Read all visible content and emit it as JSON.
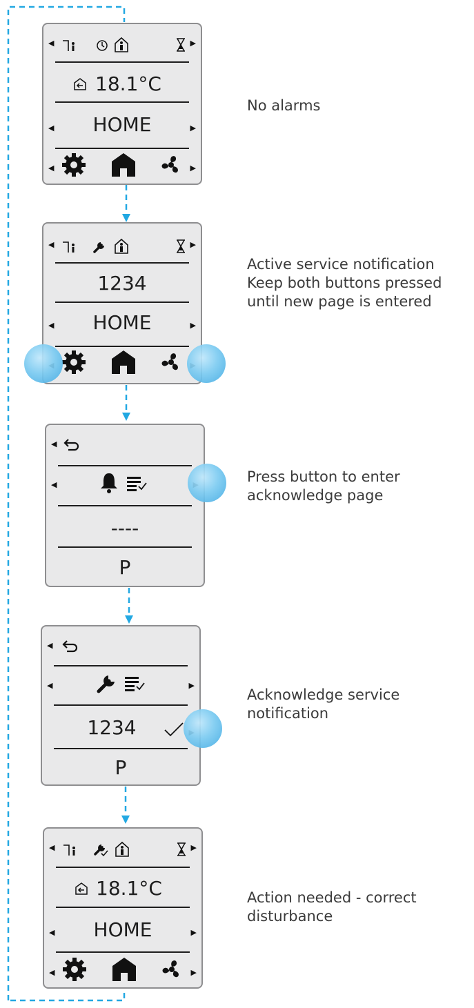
{
  "colors": {
    "flow": "#22a8e2",
    "panel_bg": "#e9e9ea",
    "panel_border": "#8e8e90",
    "bubble": "#5bbcec"
  },
  "panels": [
    {
      "icons": [
        "door-person-icon",
        "clock-icon",
        "house-person-icon",
        "hourglass-icon"
      ],
      "value": "18.1°C",
      "mode": "HOME",
      "note": "No alarms"
    },
    {
      "icons": [
        "door-person-icon",
        "wrench-icon",
        "house-person-icon",
        "hourglass-icon"
      ],
      "value": "1234",
      "mode": "HOME",
      "note": "Active service notification\nKeep both buttons pressed\nuntil new page is entered"
    },
    {
      "icons": [
        "back-icon",
        "bell-icon",
        "ack-list-icon"
      ],
      "value": "----",
      "mode": "P",
      "note": "Press button to enter\nacknowledge page"
    },
    {
      "icons": [
        "back-icon",
        "wrench-icon",
        "ack-list-icon",
        "check-icon"
      ],
      "value": "1234",
      "mode": "P",
      "note": "Acknowledge service\nnotification"
    },
    {
      "icons": [
        "door-person-icon",
        "wrench-check-icon",
        "house-person-icon",
        "hourglass-icon"
      ],
      "value": "18.1°C",
      "mode": "HOME",
      "note": "Action needed - correct\ndisturbance"
    }
  ],
  "bottom_icons": [
    "gear-icon",
    "home-icon",
    "fan-icon"
  ]
}
